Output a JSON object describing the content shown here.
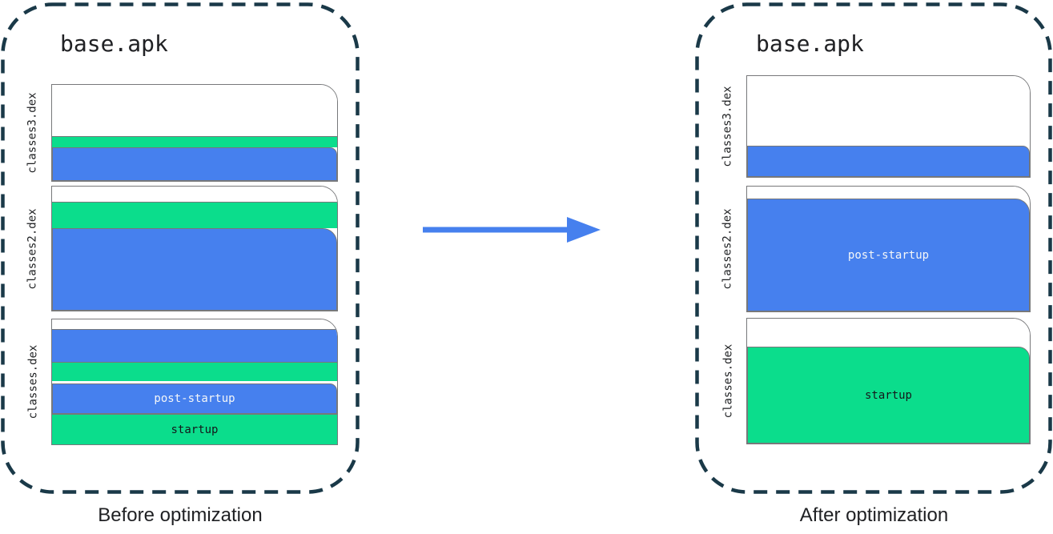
{
  "colors": {
    "startup_green": "#0bdd8c",
    "post_startup_blue": "#4680ee",
    "arrow_blue": "#4680ee",
    "container_dash": "#1a3948",
    "block_border": "#77787a",
    "title_text": "#202124",
    "label_on_blue": "#f4f6f8",
    "label_on_green": "#15181b"
  },
  "labels": {
    "post_startup": "post-startup",
    "startup": "startup"
  },
  "arrow": {
    "direction": "right"
  },
  "panels": {
    "before": {
      "title": "base.apk",
      "caption": "Before optimization",
      "files": [
        {
          "name": "classes3.dex",
          "segments": [
            "unused",
            "startup",
            "post-startup"
          ]
        },
        {
          "name": "classes2.dex",
          "segments": [
            "unused",
            "startup",
            "post-startup"
          ]
        },
        {
          "name": "classes.dex",
          "segments": [
            "unused",
            "post-startup",
            "startup",
            "post-startup",
            "startup"
          ]
        }
      ]
    },
    "after": {
      "title": "base.apk",
      "caption": "After optimization",
      "files": [
        {
          "name": "classes3.dex",
          "segments": [
            "unused",
            "post-startup"
          ]
        },
        {
          "name": "classes2.dex",
          "segments": [
            "unused",
            "post-startup"
          ]
        },
        {
          "name": "classes.dex",
          "segments": [
            "unused",
            "startup"
          ]
        }
      ]
    }
  }
}
